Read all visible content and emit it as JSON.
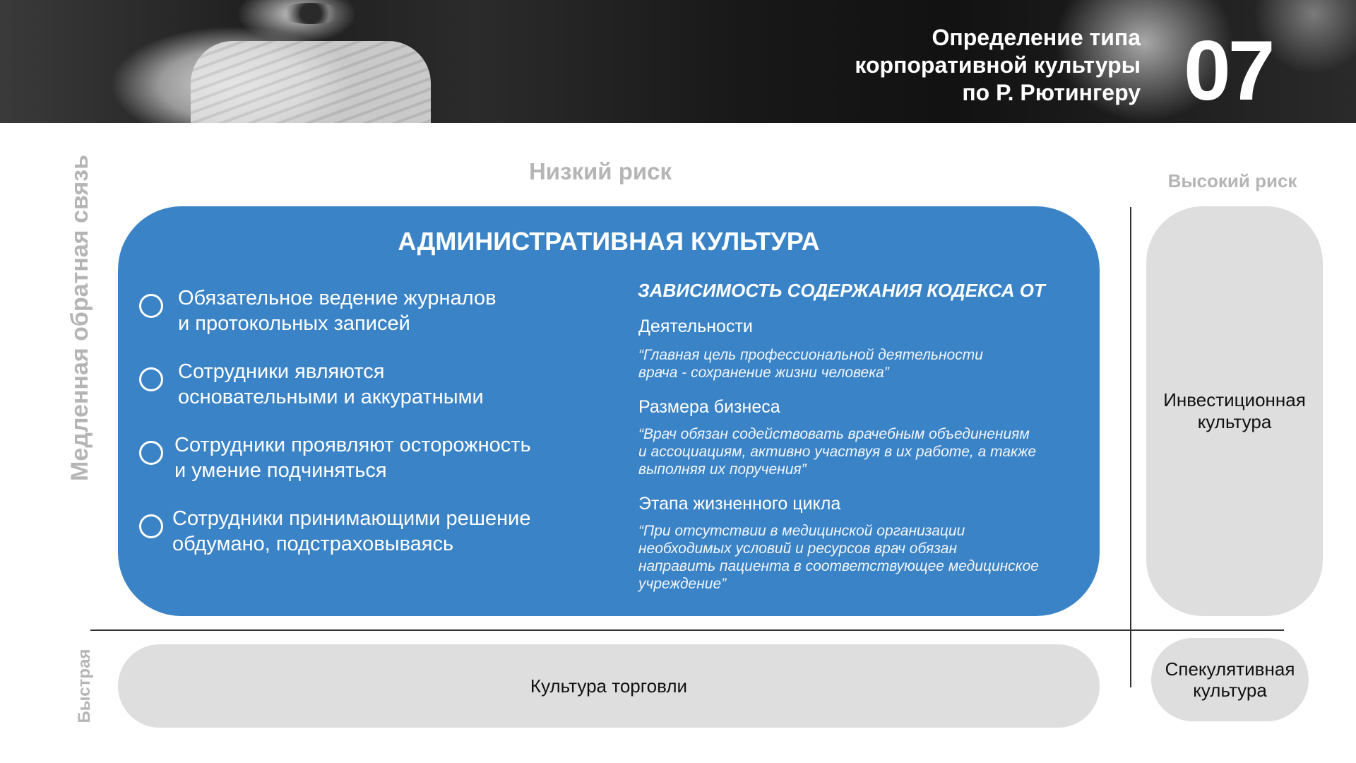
{
  "header": {
    "title": "Определение типа\nкорпоративной культуры\nпо Р. Рютингеру",
    "slide_number": "07"
  },
  "axes": {
    "low_risk": "Низкий риск",
    "high_risk": "Высокий риск",
    "slow_feedback": "Медленная обратная связь",
    "fast_feedback": "Быстрая"
  },
  "admin_culture": {
    "title": "АДМИНИСТРАТИВНАЯ КУЛЬТУРА",
    "items": [
      "Обязательное ведение журналов\nи протокольных записей",
      "Сотрудники являются\nосновательными и аккуратными",
      "Сотрудники проявляют осторожность\nи умение подчиняться",
      "Сотрудники принимающими решение\nобдумано, подстраховываясь"
    ],
    "code_heading": "ЗАВИСИМОСТЬ СОДЕРЖАНИЯ КОДЕКСА ОТ",
    "sections": [
      {
        "title": "Деятельности",
        "quote": "“Главная цель профессиональной деятельности\nврача - сохранение жизни человека”"
      },
      {
        "title": "Размера бизнеса",
        "quote": "“Врач обязан содействовать врачебным объединениям\nи ассоциациям, активно участвуя в их работе, а также\nвыполняя их поручения”"
      },
      {
        "title": "Этапа жизненного цикла",
        "quote": "“При отсутствии в медицинской организации\nнеобходимых условий и ресурсов врач обязан\nнаправить пациента в соответствующее медицинское\nучреждение”"
      }
    ]
  },
  "other_cultures": {
    "investment": "Инвестиционная\nкультура",
    "trade": "Культура торговли",
    "speculative": "Спекулятивная\nкультура"
  },
  "colors": {
    "admin_blue": "#3a83c7",
    "gray_box": "#dedede",
    "axis_label_gray": "#b5b5b5"
  }
}
